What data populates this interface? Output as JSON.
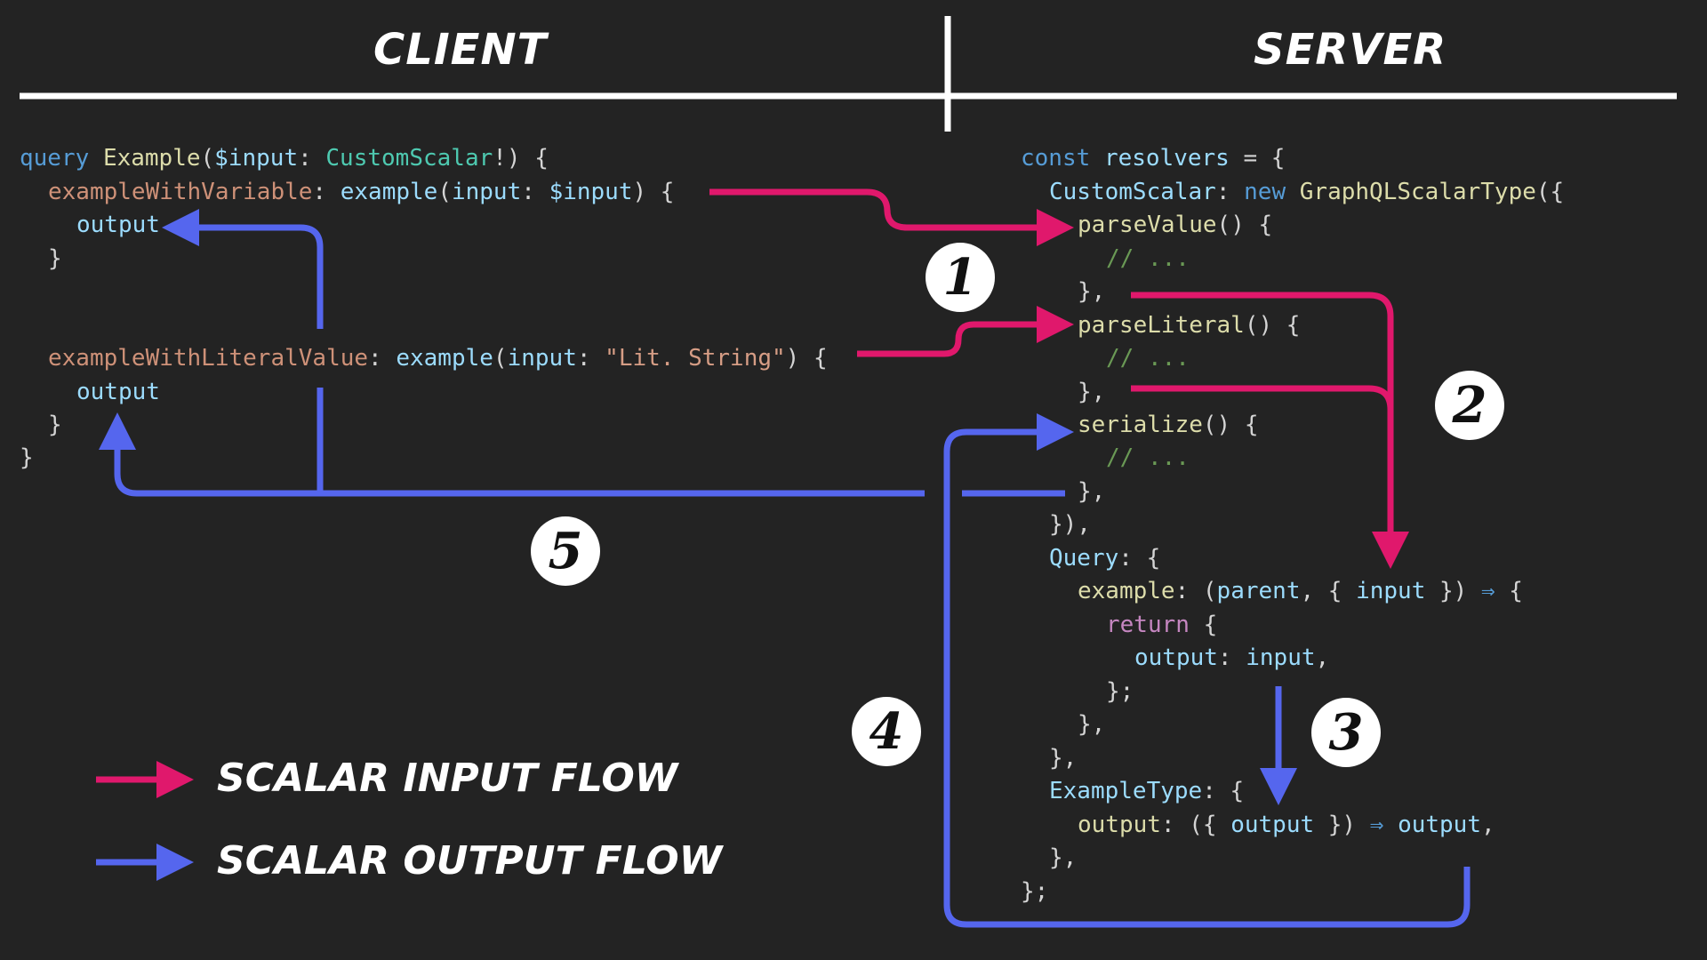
{
  "headers": {
    "client": "CLIENT",
    "server": "SERVER"
  },
  "colors": {
    "input_flow": "#e0186c",
    "output_flow": "#5566ee",
    "background": "#232323"
  },
  "client_code": {
    "l1": {
      "kw": "query",
      "name": "Example",
      "p1": "(",
      "var": "$input",
      "p2": ": ",
      "type": "CustomScalar",
      "p3": "!) {"
    },
    "l2": {
      "prop": "exampleWithVariable",
      "p1": ": ",
      "fn": "example",
      "p2": "(",
      "arg": "input",
      "p3": ": ",
      "var": "$input",
      "p4": ") {"
    },
    "l3": {
      "field": "output"
    },
    "l4": {
      "p": "}"
    },
    "l5": {
      "prop": "exampleWithLiteralValue",
      "p1": ": ",
      "fn": "example",
      "p2": "(",
      "arg": "input",
      "p3": ": ",
      "str": "\"Lit. String\"",
      "p4": ") {"
    },
    "l6": {
      "field": "output"
    },
    "l7": {
      "p": "}"
    },
    "l8": {
      "p": "}"
    }
  },
  "server_code": {
    "s1": {
      "kw": "const",
      "name": "resolvers",
      "p": " = {"
    },
    "s2": {
      "type": "CustomScalar",
      "p1": ": ",
      "kw": "new",
      "cls": "GraphQLScalarType",
      "p2": "({"
    },
    "s3": {
      "fn": "parseValue",
      "p": "() {"
    },
    "s4": {
      "comment": "// ..."
    },
    "s5": {
      "p": "},"
    },
    "s6": {
      "fn": "parseLiteral",
      "p": "() {"
    },
    "s7": {
      "comment": "// ..."
    },
    "s8": {
      "p": "},"
    },
    "s9": {
      "fn": "serialize",
      "p": "() {"
    },
    "s10": {
      "comment": "// ..."
    },
    "s11": {
      "p": "},"
    },
    "s12": {
      "p": "}),"
    },
    "s13": {
      "type": "Query",
      "p": ": {"
    },
    "s14": {
      "fn": "example",
      "p1": ": (",
      "a1": "parent",
      "p2": ", { ",
      "a2": "input",
      "p3": " }) ",
      "arrow": "⇒",
      "p4": " {"
    },
    "s15": {
      "kw": "return",
      "p": " {"
    },
    "s16": {
      "field": "output",
      "p1": ": ",
      "val": "input",
      "p2": ","
    },
    "s17": {
      "p": "};"
    },
    "s18": {
      "p": "},"
    },
    "s19": {
      "p": "},"
    },
    "s20": {
      "type": "ExampleType",
      "p": ": {"
    },
    "s21": {
      "fn": "output",
      "p1": ": ({ ",
      "a1": "output",
      "p2": " }) ",
      "arrow": "⇒",
      "val": "output",
      "p3": ","
    },
    "s22": {
      "p": "},"
    },
    "s23": {
      "p": "};"
    }
  },
  "steps": {
    "n1": "1",
    "n2": "2",
    "n3": "3",
    "n4": "4",
    "n5": "5"
  },
  "legend": {
    "input": "SCALAR INPUT FLOW",
    "output": "SCALAR OUTPUT FLOW"
  }
}
